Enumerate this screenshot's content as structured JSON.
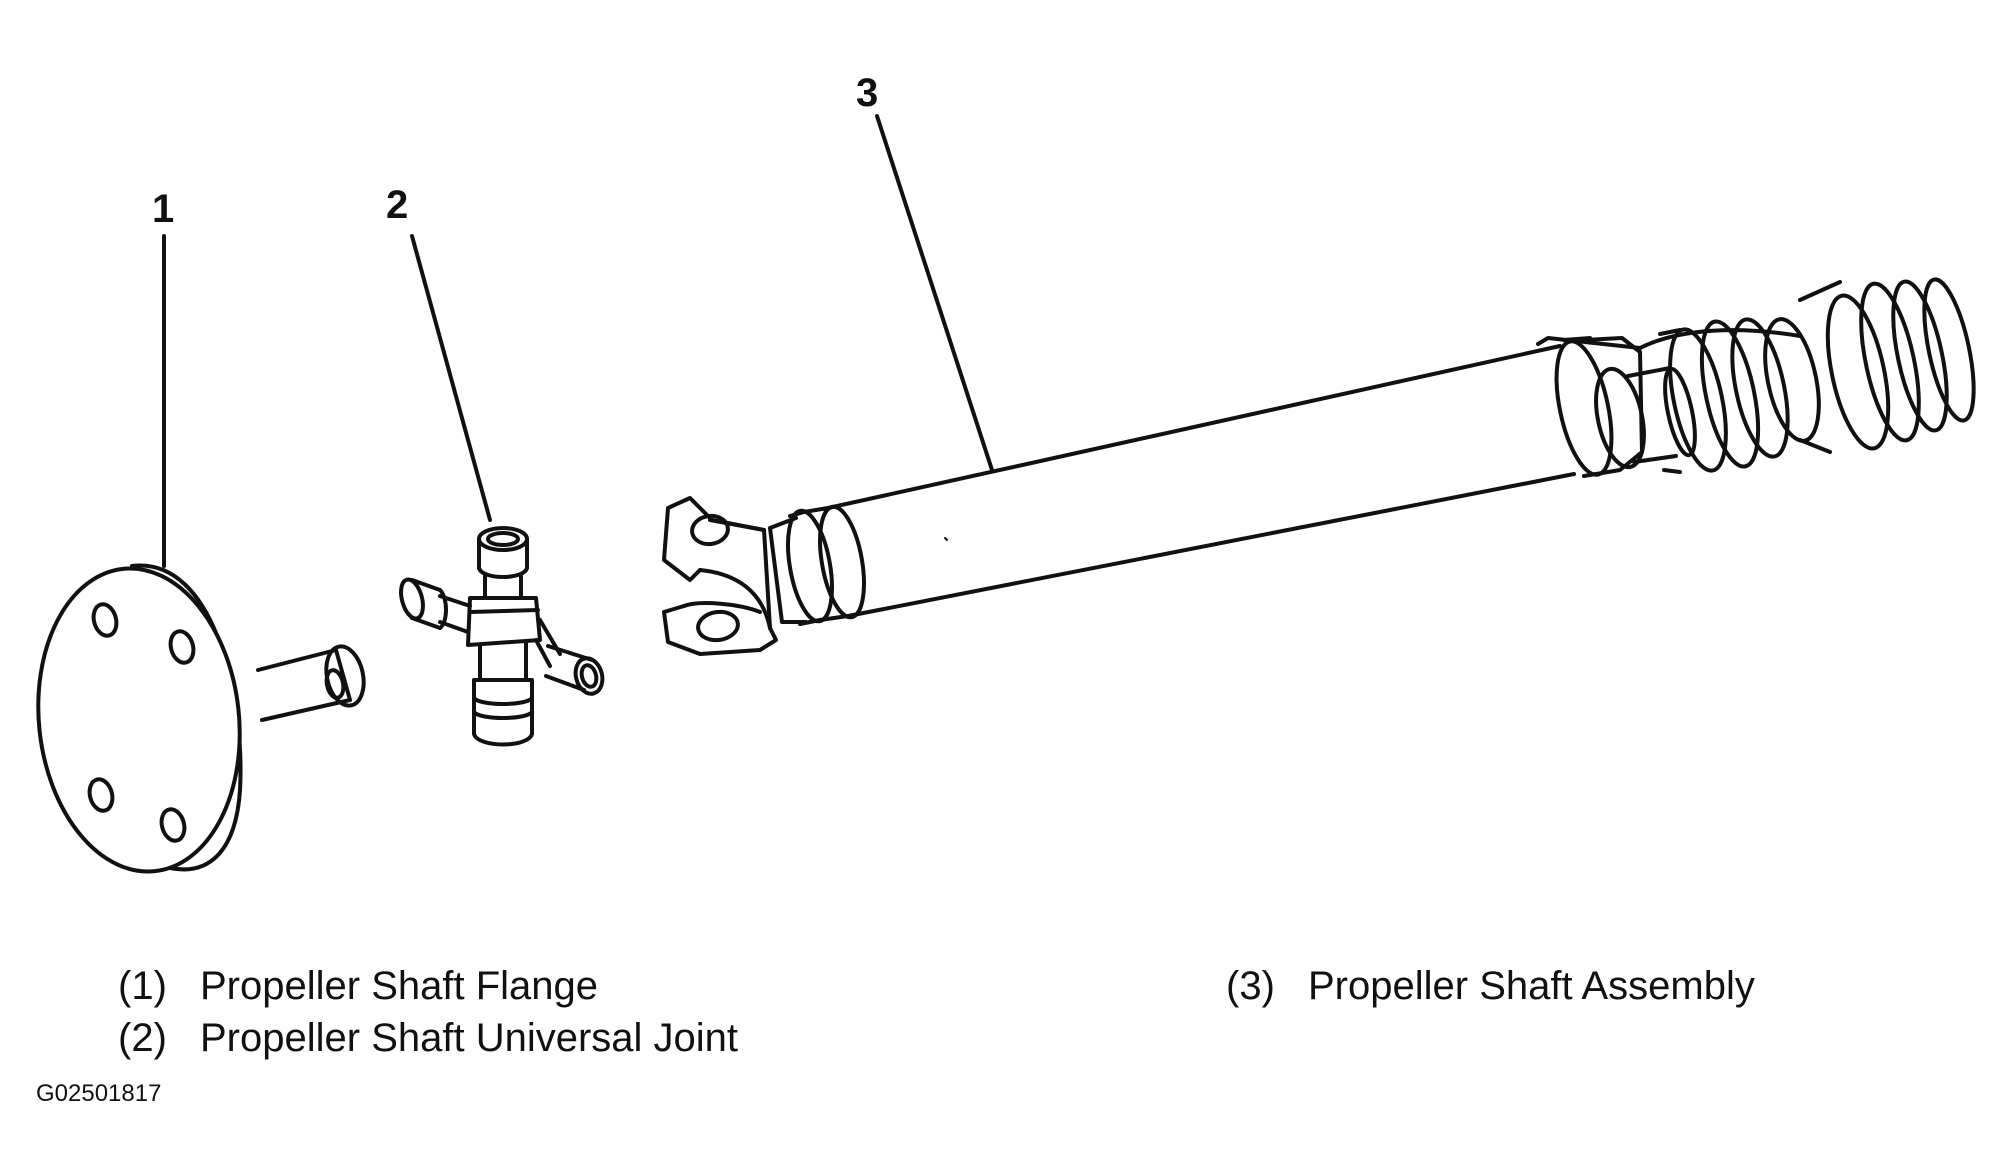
{
  "callouts": {
    "c1": "1",
    "c2": "2",
    "c3": "3"
  },
  "legend": [
    {
      "number": "(1)",
      "label": "Propeller Shaft Flange"
    },
    {
      "number": "(2)",
      "label": "Propeller Shaft Universal Joint"
    },
    {
      "number": "(3)",
      "label": "Propeller Shaft Assembly"
    }
  ],
  "figure_id": "G02501817",
  "colors": {
    "line": "#111111",
    "background": "#ffffff"
  }
}
